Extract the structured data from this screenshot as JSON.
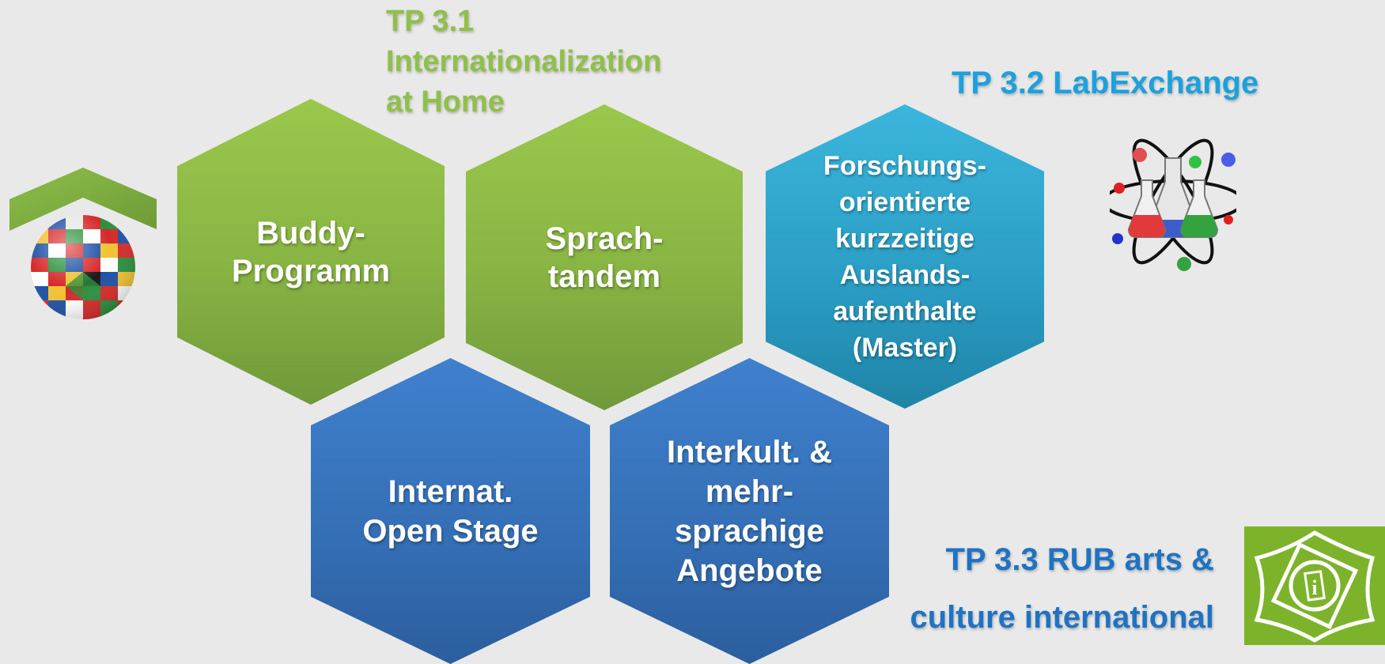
{
  "labels": {
    "tp31": "TP 3.1\nInternationalization\nat Home",
    "tp32": "TP 3.2 LabExchange",
    "tp33_line1": "TP 3.3 RUB arts &",
    "tp33_line2": "culture international"
  },
  "hexagons": {
    "buddy": "Buddy-\nProgramm",
    "sprach": "Sprach-\ntandem",
    "forschung": "Forschungs-\norientierte\nkurzzeitige\nAuslands-\naufenthalte\n(Master)",
    "openstage": "Internat.\nOpen Stage",
    "interkult": "Interkult. &\nmehr-\nsprachige\nAngebote"
  },
  "colors": {
    "green": "#8fc049",
    "cyan": "#1ba1dd",
    "blue": "#1f73c2",
    "background": "#e9e9e9"
  },
  "icons": {
    "globe": "flag-globe-house-icon",
    "atom": "atom-flasks-icon",
    "arts": "rub-arts-culture-icon"
  }
}
